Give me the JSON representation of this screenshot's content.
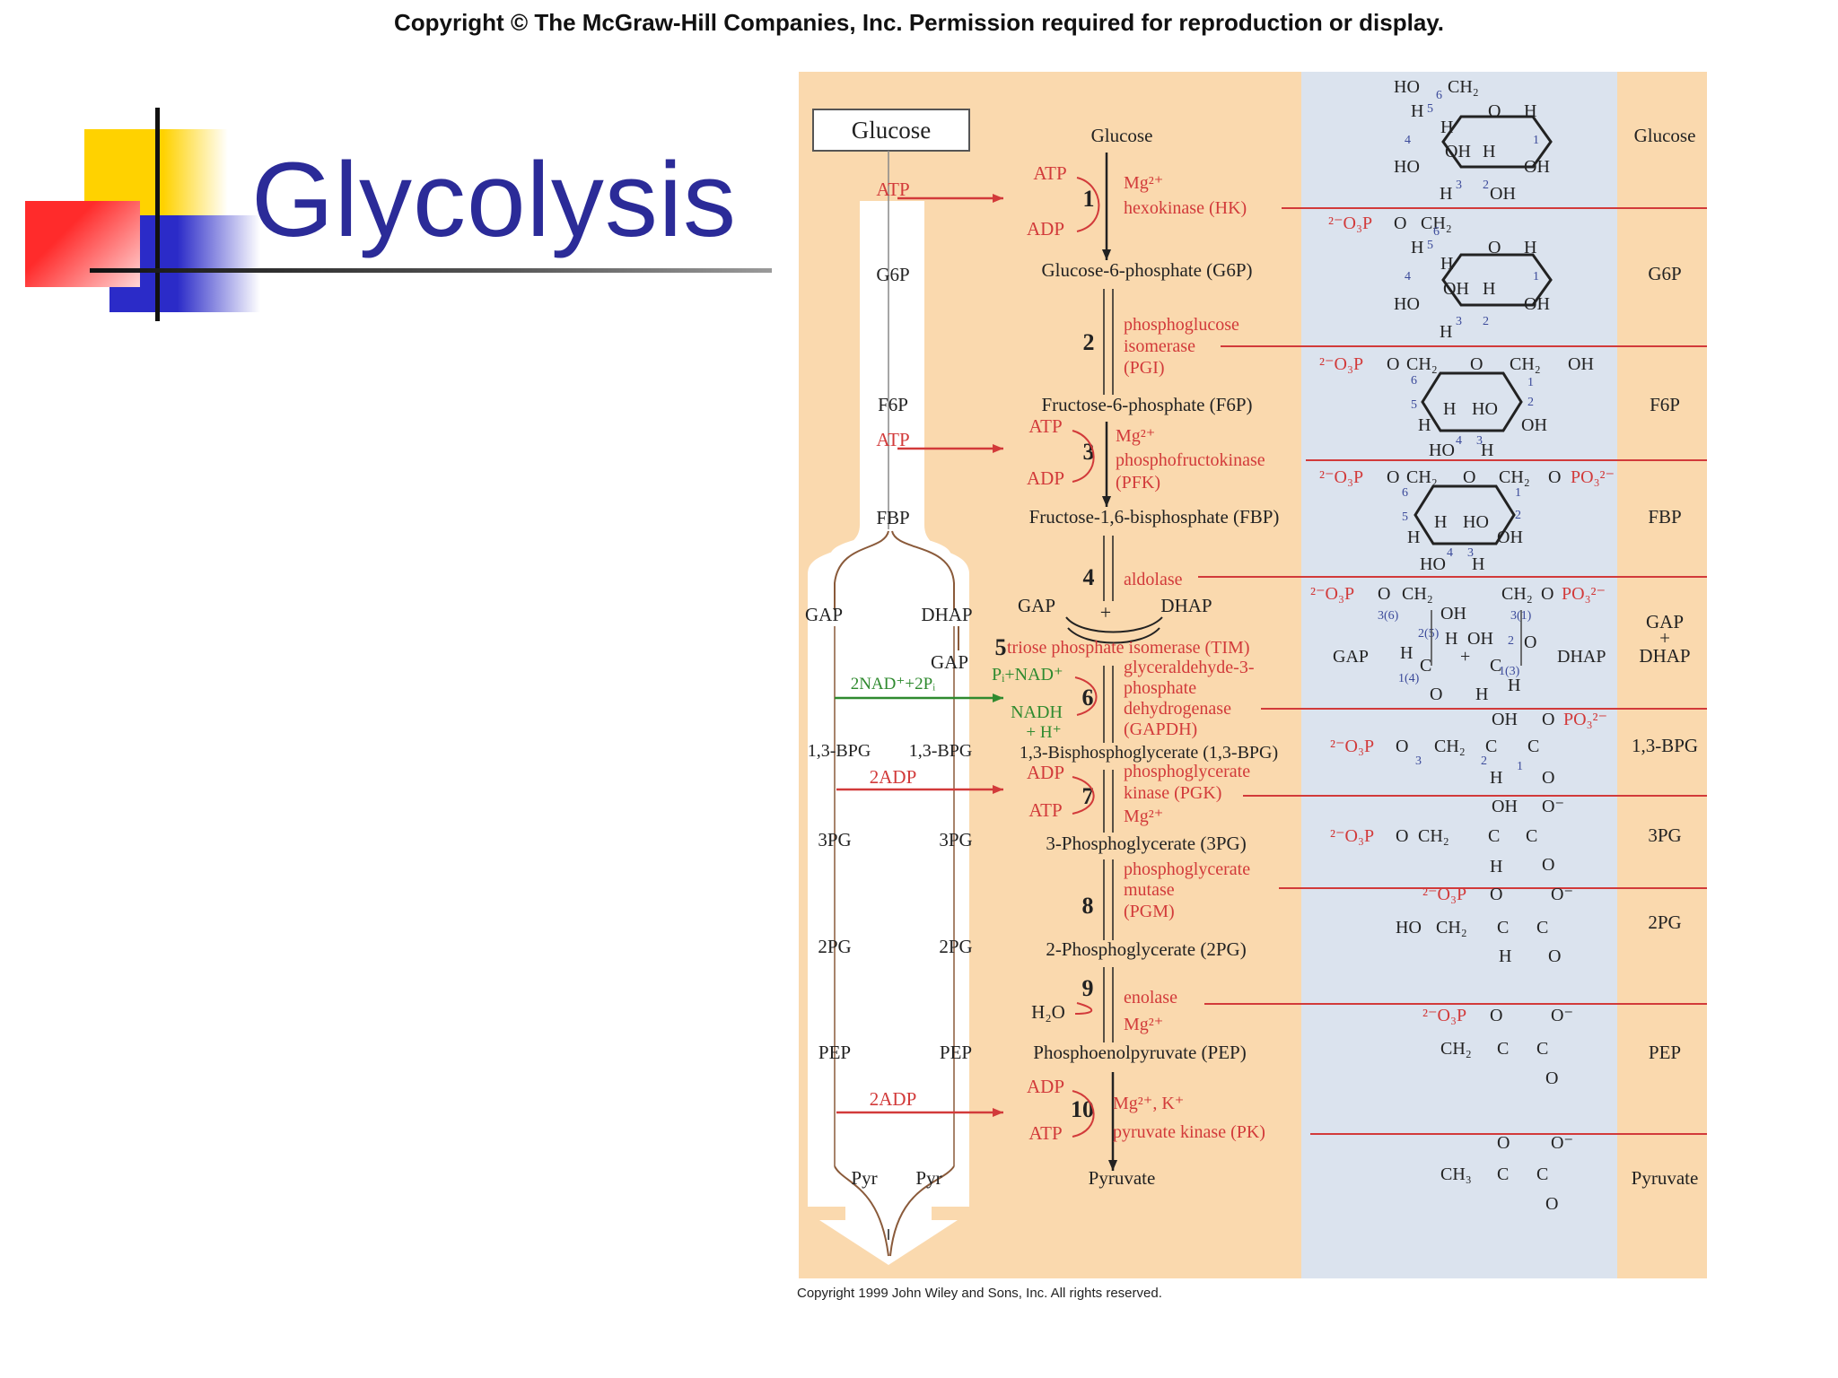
{
  "header": "Copyright © The McGraw-Hill Companies, Inc. Permission required for reproduction or display.",
  "title": "Glycolysis",
  "footer": "Copyright 1999 John Wiley and Sons, Inc. All rights reserved.",
  "colors": {
    "panel": "#fad9ae",
    "structure_panel": "#dbe3ee",
    "red": "#d23a3a",
    "green": "#2f8a2f",
    "title": "#2b2b98"
  },
  "left_flow": {
    "glucose_box": "Glucose",
    "labels": [
      "ATP",
      "G6P",
      "F6P",
      "ATP",
      "FBP",
      "GAP",
      "DHAP",
      "GAP",
      "2NAD⁺+2Pᵢ",
      "1,3-BPG",
      "1,3-BPG",
      "2ADP",
      "3PG",
      "3PG",
      "2PG",
      "2PG",
      "PEP",
      "PEP",
      "2ADP",
      "Pyr",
      "Pyr"
    ]
  },
  "pathway": {
    "metabolites": [
      "Glucose",
      "Glucose-6-phosphate (G6P)",
      "Fructose-6-phosphate (F6P)",
      "Fructose-1,6-bisphosphate (FBP)",
      "GAP",
      "DHAP",
      "1,3-Bisphosphoglycerate (1,3-BPG)",
      "3-Phosphoglycerate (3PG)",
      "2-Phosphoglycerate (2PG)",
      "Phosphoenolpyruvate (PEP)",
      "Pyruvate"
    ],
    "steps": [
      {
        "num": "1",
        "enzyme": [
          "Mg²⁺",
          "hexokinase (HK)"
        ],
        "in": "ATP",
        "out": "ADP"
      },
      {
        "num": "2",
        "enzyme": [
          "phosphoglucose",
          "isomerase",
          "(PGI)"
        ]
      },
      {
        "num": "3",
        "enzyme": [
          "Mg²⁺",
          "phosphofructokinase",
          "(PFK)"
        ],
        "in": "ATP",
        "out": "ADP"
      },
      {
        "num": "4",
        "enzyme": [
          "aldolase"
        ]
      },
      {
        "num": "5",
        "enzyme": [
          "triose phosphate isomerase (TIM)"
        ]
      },
      {
        "num": "6",
        "enzyme": [
          "glyceraldehyde-3-",
          "phosphate",
          "dehydrogenase",
          "(GAPDH)"
        ],
        "in": "Pᵢ+NAD⁺",
        "out": "NADH",
        "out2": "+ H⁺"
      },
      {
        "num": "7",
        "enzyme": [
          "phosphoglycerate",
          "kinase (PGK)",
          "Mg²⁺"
        ],
        "in": "ADP",
        "out": "ATP"
      },
      {
        "num": "8",
        "enzyme": [
          "phosphoglycerate",
          "mutase",
          "(PGM)"
        ]
      },
      {
        "num": "9",
        "enzyme": [
          "enolase",
          "Mg²⁺"
        ],
        "out": "H₂O"
      },
      {
        "num": "10",
        "enzyme": [
          "Mg²⁺, K⁺",
          "pyruvate kinase (PK)"
        ],
        "in": "ADP",
        "out": "ATP"
      }
    ],
    "plus": "+"
  },
  "structures": {
    "glucose": [
      "HO",
      "CH₂",
      "6",
      "H",
      "5",
      "O",
      "H",
      "4",
      "H",
      "1",
      "OH",
      "H",
      "HO",
      "OH",
      "H",
      "3",
      "2",
      "OH"
    ],
    "g6p": [
      "²⁻O₃P",
      "O",
      "CH₂",
      "6",
      "H",
      "5",
      "O",
      "H",
      "4",
      "H",
      "1",
      "OH",
      "H",
      "HO",
      "OH",
      "H",
      "3",
      "2",
      "OH"
    ],
    "f6p": [
      "²⁻O₃P",
      "O",
      "CH₂",
      "O",
      "CH₂",
      "OH",
      "6",
      "5",
      "1",
      "H",
      "HO",
      "2",
      "H",
      "OH",
      "HO",
      "4",
      "3",
      "H"
    ],
    "fbp": [
      "²⁻O₃P",
      "O",
      "CH₂",
      "O",
      "CH₂",
      "O",
      "PO₃²⁻",
      "6",
      "5",
      "1",
      "H",
      "HO",
      "2",
      "H",
      "OH",
      "HO",
      "4",
      "3",
      "H"
    ],
    "gap_dhap": [
      "²⁻O₃P",
      "O",
      "CH₂",
      "CH₂",
      "O",
      "PO₃²⁻",
      "3(6)",
      "OH",
      "3(1)",
      "2(5)",
      "H",
      "OH",
      "2",
      "O",
      "GAP",
      "H",
      "C",
      "+",
      "C",
      "DHAP",
      "1(4)",
      "1(3)",
      "O",
      "H",
      "H"
    ],
    "bpg": [
      "OH",
      "O",
      "PO₃²⁻",
      "²⁻O₃P",
      "O",
      "CH₂",
      "C",
      "C",
      "3",
      "2",
      "1",
      "H",
      "O"
    ],
    "pg3": [
      "OH",
      "O⁻",
      "²⁻O₃P",
      "O",
      "CH₂",
      "C",
      "C",
      "H",
      "O"
    ],
    "pg2": [
      "²⁻O₃P",
      "O",
      "O⁻",
      "HO",
      "CH₂",
      "C",
      "C",
      "H",
      "O"
    ],
    "pep": [
      "²⁻O₃P",
      "O",
      "O⁻",
      "CH₂",
      "C",
      "C",
      "O"
    ],
    "pyr": [
      "O",
      "O⁻",
      "CH₃",
      "C",
      "C",
      "O"
    ]
  },
  "right_labels": [
    "Glucose",
    "G6P",
    "F6P",
    "FBP",
    "GAP",
    "+",
    "DHAP",
    "1,3-BPG",
    "3PG",
    "2PG",
    "PEP",
    "Pyruvate"
  ]
}
